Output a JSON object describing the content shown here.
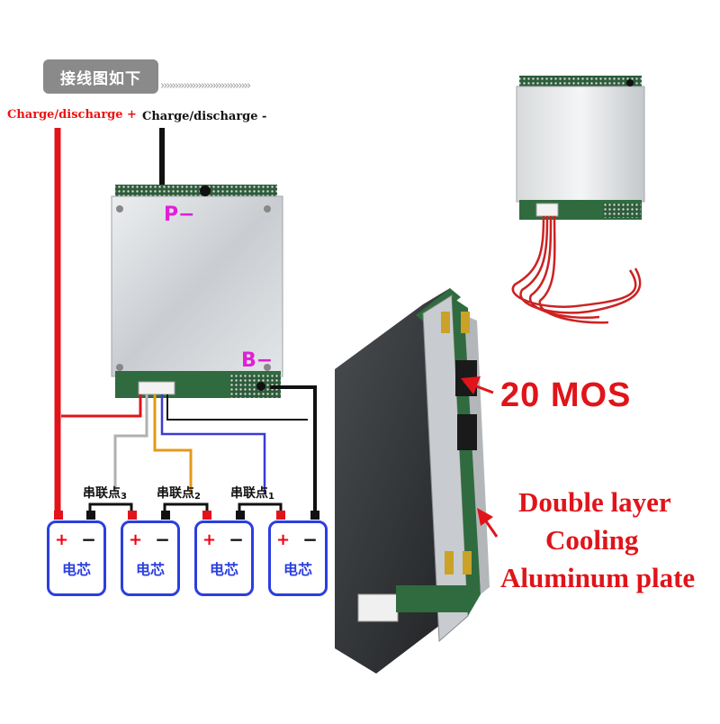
{
  "header": {
    "label": "接线图如下",
    "chevrons": "›››››››››››››››››››››››››››››››"
  },
  "wires": {
    "positive_label": "Charge/discharge +",
    "negative_label": "Charge/discharge -"
  },
  "board": {
    "p_minus": "P−",
    "b_minus": "B−"
  },
  "cells": [
    {
      "name": "电芯",
      "plus": "+",
      "minus": "−"
    },
    {
      "name": "电芯",
      "plus": "+",
      "minus": "−"
    },
    {
      "name": "电芯",
      "plus": "+",
      "minus": "−"
    },
    {
      "name": "电芯",
      "plus": "+",
      "minus": "−"
    }
  ],
  "series_points": [
    {
      "label": "串联点",
      "num": "3"
    },
    {
      "label": "串联点",
      "num": "2"
    },
    {
      "label": "串联点",
      "num": "1"
    }
  ],
  "callouts": {
    "mos": "20 MOS",
    "cooling_line1": "Double layer",
    "cooling_line2": "Cooling",
    "cooling_line3": "Aluminum plate"
  },
  "colors": {
    "positive_wire": "#e0141a",
    "negative_wire": "#111111",
    "balance_wire_gray": "#b0b0b0",
    "balance_wire_orange": "#e49a17",
    "balance_wire_blue": "#3b3bd6",
    "cell_border": "#2b3ee0",
    "pole_label": "#e01fd6"
  }
}
